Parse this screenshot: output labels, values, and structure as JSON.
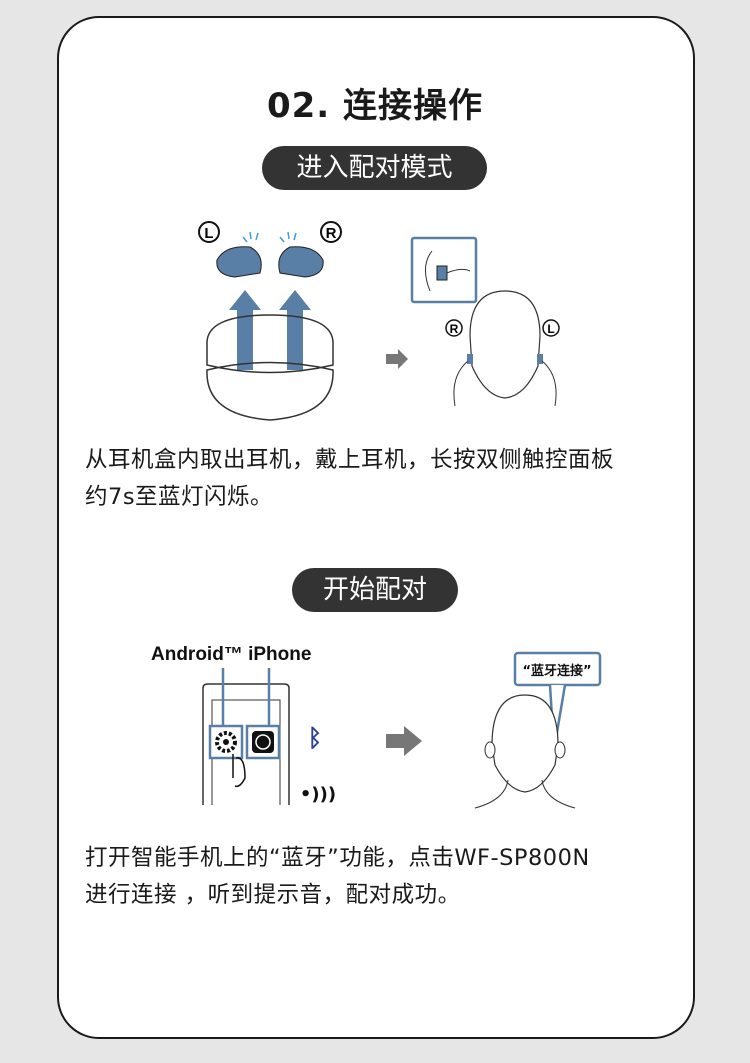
{
  "title": "02. 连接操作",
  "section1": {
    "pill": "进入配对模式",
    "label_left": "L",
    "label_right": "R",
    "desc_line1": "从耳机盒内取出耳机，戴上耳机，长按双侧触控面板",
    "desc_line2": "约7s至蓝灯闪烁。"
  },
  "section2": {
    "pill": "开始配对",
    "os_label": "Android™ iPhone",
    "voice_prompt": "“蓝牙连接”",
    "desc_line1": "打开智能手机上的“蓝牙”功能，点击WF-SP800N",
    "desc_line2": "进行连接 ，听到提示音，配对成功。"
  },
  "colors": {
    "accent_blue": "#5a7fa6",
    "pill_bg": "#333333",
    "bluetooth": "#2a3f9e"
  }
}
